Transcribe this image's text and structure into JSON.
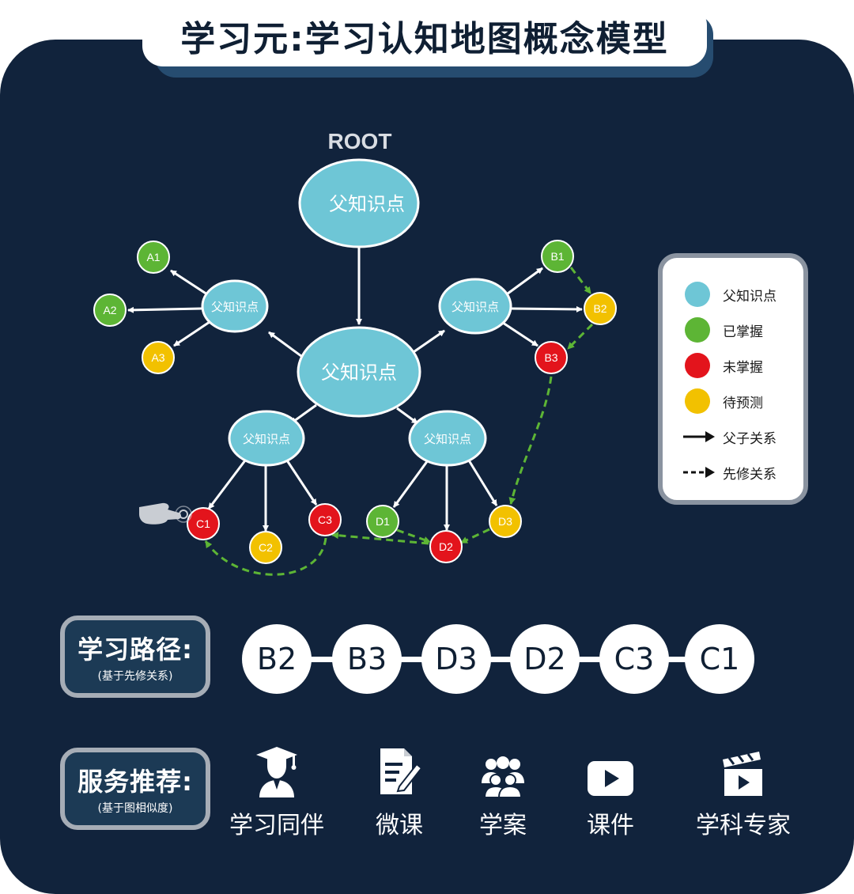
{
  "title": "学习元:学习认知地图概念模型",
  "root_label": "ROOT",
  "nodes": {
    "root": "父知识点",
    "center": "父知识点",
    "pa": "父知识点",
    "pb": "父知识点",
    "pc": "父知识点",
    "pd": "父知识点",
    "A1": "A1",
    "A2": "A2",
    "A3": "A3",
    "B1": "B1",
    "B2": "B2",
    "B3": "B3",
    "C1": "C1",
    "C2": "C2",
    "C3": "C3",
    "D1": "D1",
    "D2": "D2",
    "D3": "D3"
  },
  "legend": {
    "items": [
      {
        "label": "父知识点",
        "color": "#6ec6d6"
      },
      {
        "label": "已掌握",
        "color": "#5db535"
      },
      {
        "label": "未掌握",
        "color": "#e3141c"
      },
      {
        "label": "待预测",
        "color": "#f2c100"
      }
    ],
    "parent_child": "父子关系",
    "prerequisite": "先修关系"
  },
  "learning_path": {
    "label": "学习路径:",
    "sub": "(基于先修关系)",
    "steps": [
      "B2",
      "B3",
      "D3",
      "D2",
      "C3",
      "C1"
    ]
  },
  "services": {
    "label": "服务推荐:",
    "sub": "(基于图相似度)",
    "items": [
      {
        "label": "学习同伴",
        "icon": "graduate-icon"
      },
      {
        "label": "微课",
        "icon": "document-edit-icon"
      },
      {
        "label": "学案",
        "icon": "group-icon"
      },
      {
        "label": "课件",
        "icon": "video-play-icon"
      },
      {
        "label": "学科专家",
        "icon": "clapperboard-icon"
      }
    ]
  },
  "colors": {
    "background": "#11233c",
    "parent_node": "#6ec6d6",
    "mastered": "#5db535",
    "not_mastered": "#e3141c",
    "to_predict": "#f2c100",
    "prereq_edge": "#5db535"
  }
}
